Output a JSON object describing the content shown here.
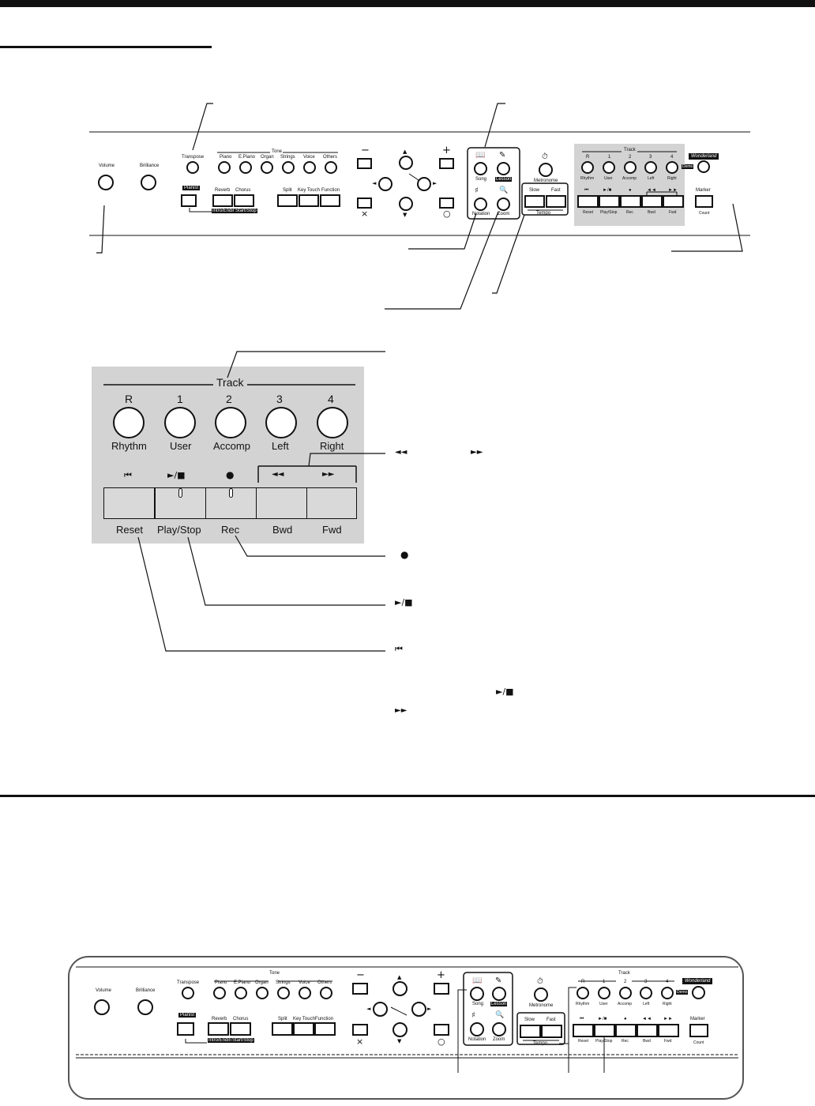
{
  "panel": {
    "volume_label": "Volume",
    "brilliance_label": "Brilliance",
    "transpose_label": "Transpose",
    "tone_group_label": "Tone",
    "tone_buttons": [
      "Piano",
      "E.Piano",
      "Organ",
      "Strings",
      "Voice",
      "Others"
    ],
    "pianist_label": "Pianist",
    "reverb_label": "Reverb",
    "chorus_label": "Chorus",
    "sub_label_1": "Intro/Ending",
    "sub_label_2": "Start/Stop",
    "split_label": "Split",
    "key_touch_label": "Key Touch",
    "function_label": "Function",
    "minus_symbol": "−",
    "plus_symbol": "+",
    "cross_symbol": "×",
    "circle_symbol": "○",
    "song_label": "Song",
    "lesson_label": "Lesson",
    "notation_label": "Notation",
    "zoom_label": "Zoom",
    "metronome_label": "Metronome",
    "slow_label": "Slow",
    "fast_label": "Fast",
    "tempo_label": "Tempo",
    "track_label": "Track",
    "track_numbers": [
      "R",
      "1",
      "2",
      "3",
      "4"
    ],
    "track_names": [
      "Rhythm",
      "User",
      "Accomp",
      "Left",
      "Right"
    ],
    "transport_symbols": [
      "⏮",
      "►/■",
      "●",
      "◄◄",
      "►►"
    ],
    "transport_labels": [
      "Reset",
      "Play/Stop",
      "Rec",
      "Bwd",
      "Fwd"
    ],
    "wonderland_label": "Wonderland",
    "demo_label": "Demo",
    "marker_label": "Marker",
    "count_label": "Count"
  },
  "callouts": {
    "rewind_symbol": "◄◄",
    "forward_symbol": "►►",
    "rec_symbol": "●",
    "play_stop_symbol": "►/■",
    "reset_symbol": "⏮",
    "note_play_stop_symbol": "►/■",
    "note_forward_symbol": "►►"
  }
}
